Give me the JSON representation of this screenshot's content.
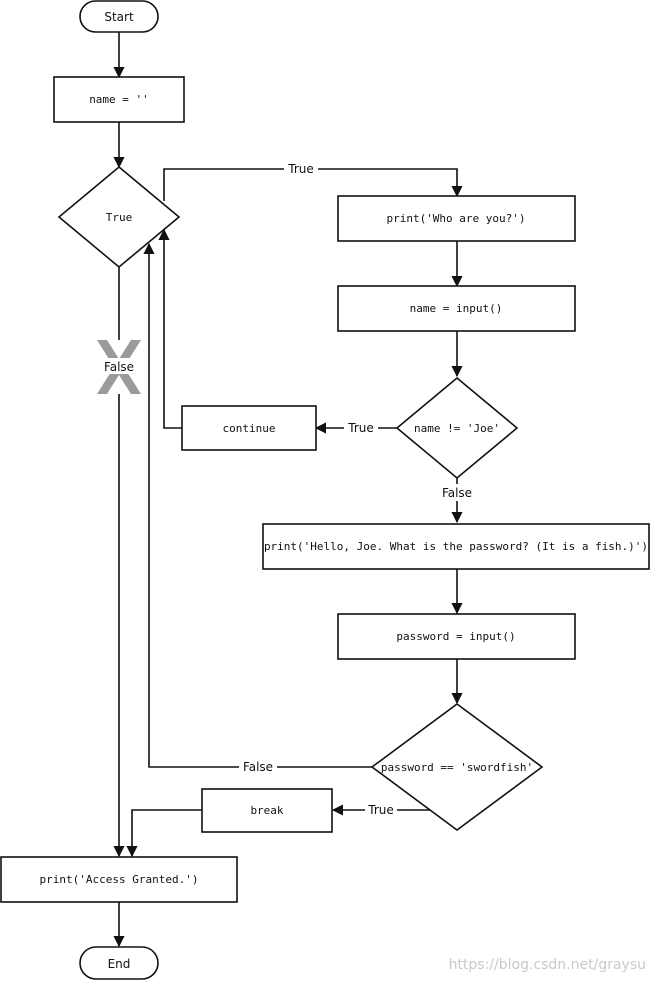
{
  "nodes": {
    "start": "Start",
    "assign_name": "name = ''",
    "while_true": "True",
    "print_who": "print('Who are you?')",
    "input_name": "name = input()",
    "check_name": "name != 'Joe'",
    "continue": "continue",
    "print_hello": "print('Hello, Joe. What is the password? (It is a fish.)')",
    "input_password": "password = input()",
    "check_password": "password == 'swordfish'",
    "break": "break",
    "print_granted": "print('Access Granted.')",
    "end": "End"
  },
  "edge_labels": {
    "loop_true": "True",
    "loop_false": "False",
    "name_true": "True",
    "name_false": "False",
    "password_false": "False",
    "password_true": "True"
  },
  "watermark": "https://blog.csdn.net/graysu",
  "colors": {
    "line": "#111111",
    "cross": "#9a9a9a",
    "watermark": "#c9c9c9"
  }
}
